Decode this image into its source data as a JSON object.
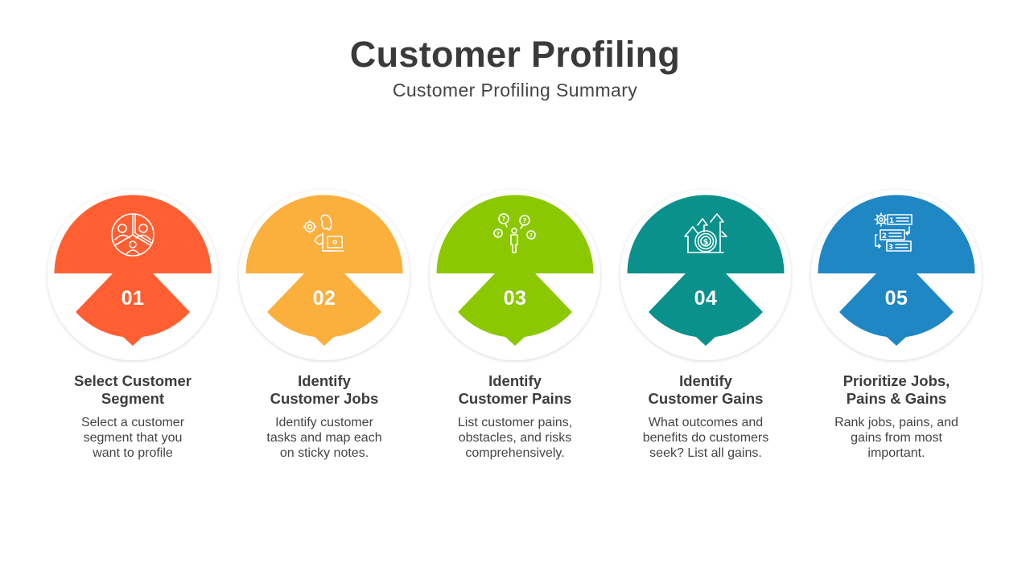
{
  "header": {
    "title": "Customer Profiling",
    "subtitle": "Customer Profiling Summary"
  },
  "steps": [
    {
      "number": "01",
      "heading_line1": "Select Customer",
      "heading_line2": "Segment",
      "desc_line1": "Select a customer",
      "desc_line2": "segment that you",
      "desc_line3": "want to profile",
      "color": "#FF5F32",
      "icon": "customer-segment-pie-icon"
    },
    {
      "number": "02",
      "heading_line1": "Identify",
      "heading_line2": "Customer Jobs",
      "desc_line1": "Identify customer",
      "desc_line2": "tasks and map each",
      "desc_line3": "on sticky notes.",
      "color": "#FBAF3C",
      "icon": "person-laptop-gear-icon"
    },
    {
      "number": "03",
      "heading_line1": "Identify",
      "heading_line2": "Customer Pains",
      "desc_line1": "List customer pains,",
      "desc_line2": "obstacles, and risks",
      "desc_line3": "comprehensively.",
      "color": "#8CC800",
      "icon": "person-questions-icon"
    },
    {
      "number": "04",
      "heading_line1": "Identify",
      "heading_line2": "Customer Gains",
      "desc_line1": "What outcomes and",
      "desc_line2": "benefits do customers",
      "desc_line3": "seek? List all gains.",
      "color": "#0A918C",
      "icon": "dollar-growth-arrows-icon"
    },
    {
      "number": "05",
      "heading_line1": "Prioritize Jobs,",
      "heading_line2": "Pains & Gains",
      "desc_line1": "Rank jobs, pains, and",
      "desc_line2": "gains from most",
      "desc_line3": "important.",
      "color": "#1F87C4",
      "icon": "ranked-list-gear-icon"
    }
  ]
}
